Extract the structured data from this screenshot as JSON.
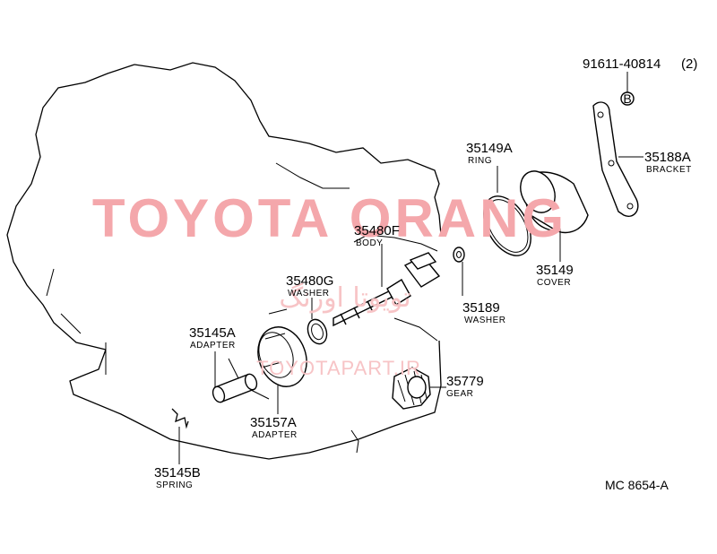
{
  "watermarks": {
    "brand": "TOYOTA ORANG",
    "persian": "تویوتا اورنگ",
    "url": "TOYOTAPART.IR"
  },
  "parts": {
    "p91611": {
      "number": "91611-40814",
      "qty": "(2)",
      "symbol": "B"
    },
    "p35188A": {
      "number": "35188A",
      "name": "BRACKET"
    },
    "p35149A": {
      "number": "35149A",
      "name": "RING"
    },
    "p35149": {
      "number": "35149",
      "name": "COVER"
    },
    "p35480F": {
      "number": "35480F",
      "name": "BODY"
    },
    "p35480G": {
      "number": "35480G",
      "name": "WASHER"
    },
    "p35189": {
      "number": "35189",
      "name": "WASHER"
    },
    "p35145A": {
      "number": "35145A",
      "name": "ADAPTER"
    },
    "p35157A": {
      "number": "35157A",
      "name": "ADAPTER"
    },
    "p35779": {
      "number": "35779",
      "name": "GEAR"
    },
    "p35145B": {
      "number": "35145B",
      "name": "SPRING"
    }
  },
  "diagram_code": "MC 8654-A"
}
